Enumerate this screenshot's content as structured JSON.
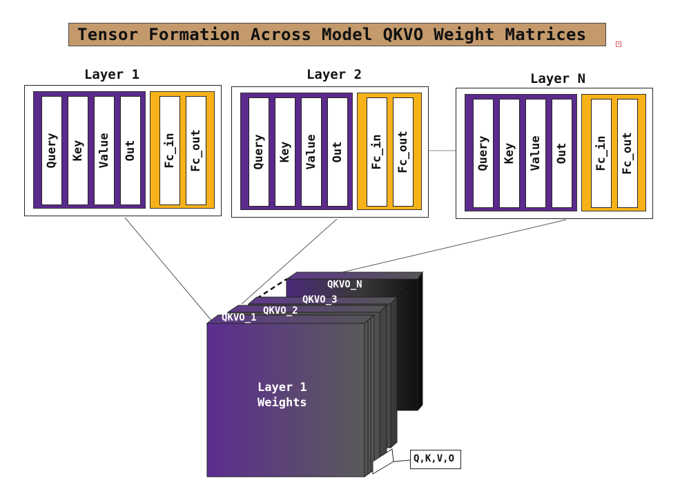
{
  "title": "Tensor Formation Across Model QKVO Weight Matrices",
  "layers": [
    {
      "title": "Layer 1",
      "qkvo": [
        "Query",
        "Key",
        "Value",
        "Out"
      ],
      "fc": [
        "Fc_in",
        "Fc_out"
      ]
    },
    {
      "title": "Layer 2",
      "qkvo": [
        "Query",
        "Key",
        "Value",
        "Out"
      ],
      "fc": [
        "Fc_in",
        "Fc_out"
      ]
    },
    {
      "title": "Layer N",
      "qkvo": [
        "Query",
        "Key",
        "Value",
        "Out"
      ],
      "fc": [
        "Fc_in",
        "Fc_out"
      ]
    }
  ],
  "tensor": {
    "slices": [
      "QKVO_1",
      "QKVO_2",
      "QKVO_3",
      "QKVO_N"
    ],
    "front_label": "Layer 1\nWeights",
    "callout": "Q,K,V,O"
  },
  "colors": {
    "qkvo_group": "#5b2a8c",
    "fc_group": "#f7b21a",
    "title_bg": "#c49a6c"
  }
}
